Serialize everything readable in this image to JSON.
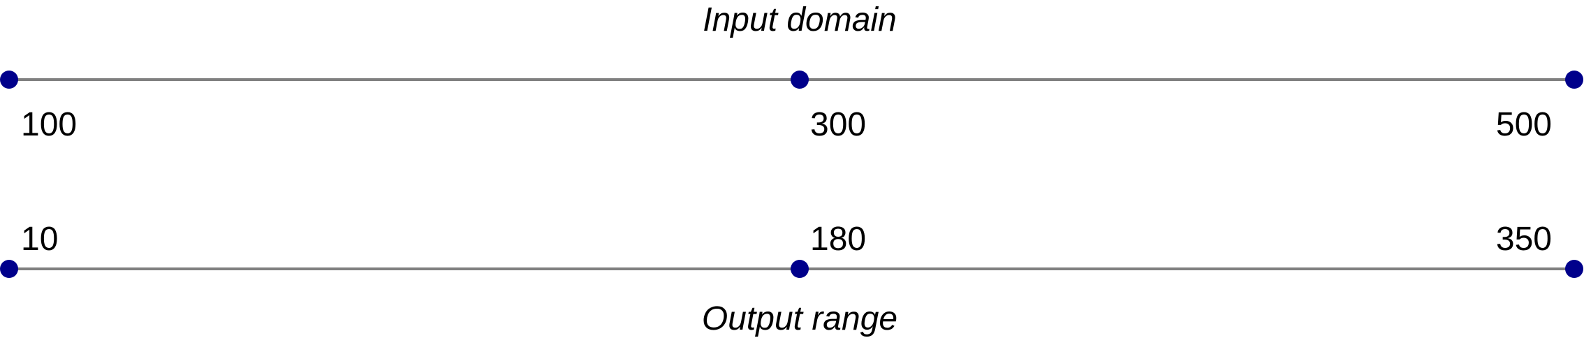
{
  "input_domain": {
    "title": "Input domain",
    "values": [
      100,
      300,
      500
    ]
  },
  "output_range": {
    "title": "Output range",
    "values": [
      10,
      180,
      350
    ]
  },
  "colors": {
    "line": "#808080",
    "point": "#00008b",
    "text": "#000000"
  }
}
